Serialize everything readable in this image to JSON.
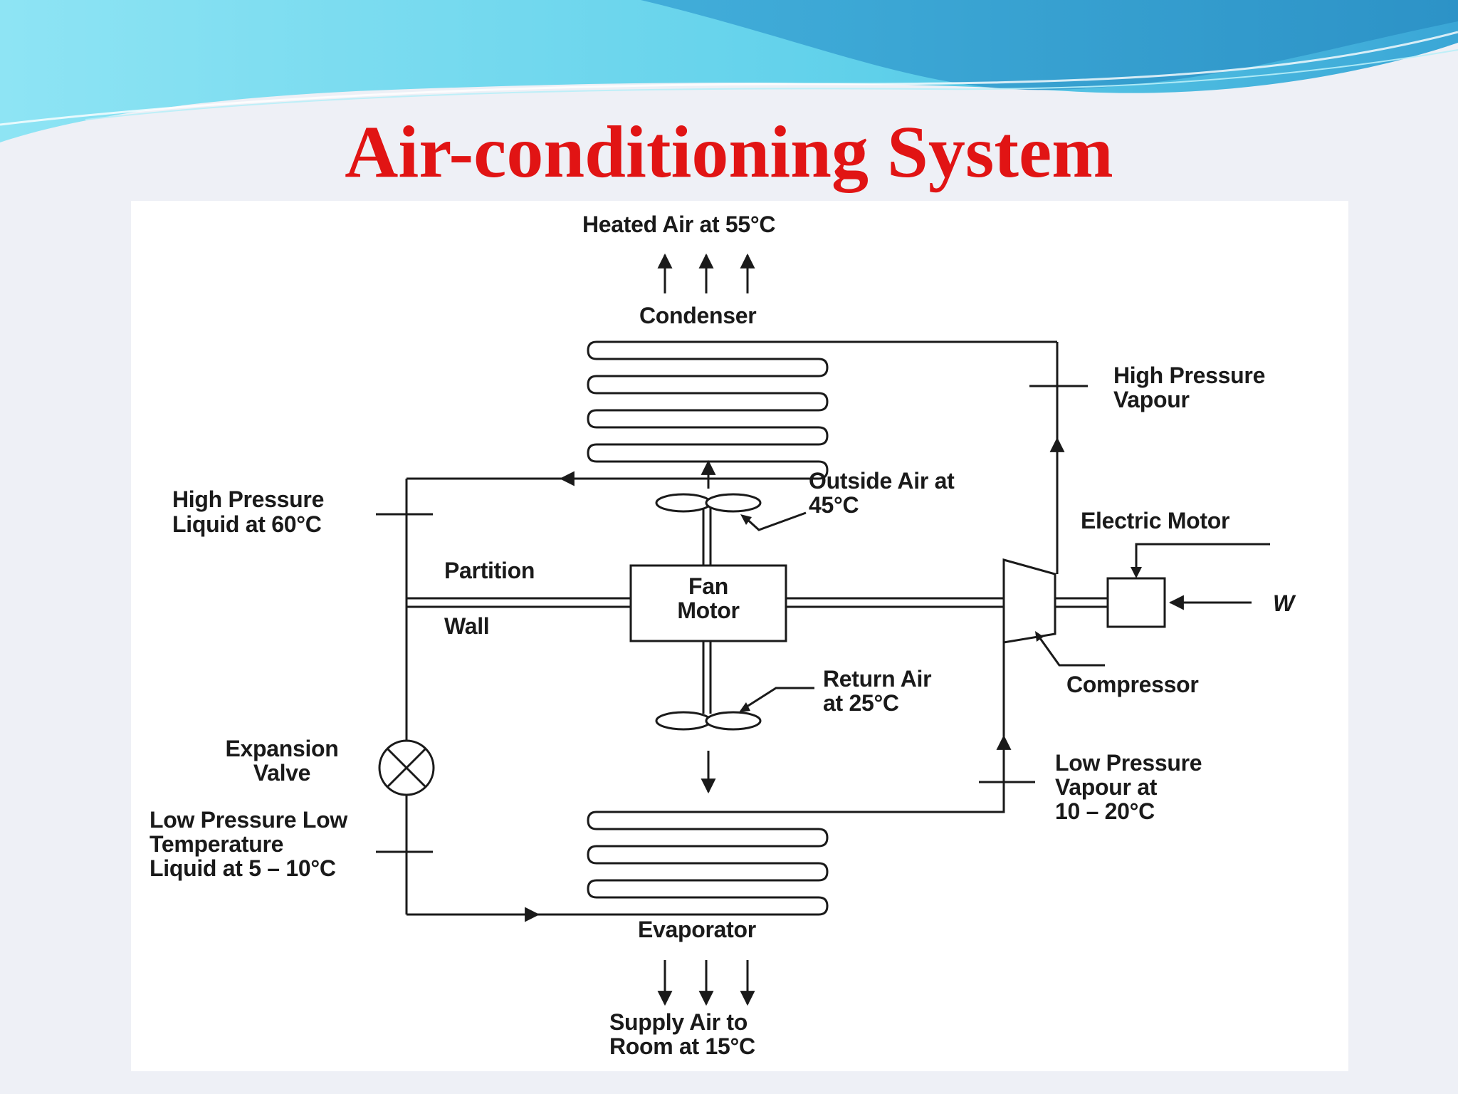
{
  "slide": {
    "title": "Air-conditioning System",
    "title_color": "#e11414",
    "background_color": "#eef0f6",
    "wave_colors": [
      "#5fd0ea",
      "#3aa6d6",
      "#9fe3f3"
    ]
  },
  "diagram": {
    "components": {
      "condenser": "Condenser",
      "evaporator": "Evaporator",
      "fan_motor_line1": "Fan",
      "fan_motor_line2": "Motor",
      "compressor": "Compressor",
      "electric_motor": "Electric Motor",
      "expansion_valve_line1": "Expansion",
      "expansion_valve_line2": "Valve",
      "partition": "Partition",
      "wall": "Wall",
      "work_input": "W"
    },
    "air_streams": {
      "heated_air": "Heated Air at 55°C",
      "outside_air_line1": "Outside Air at",
      "outside_air_line2": "45°C",
      "return_air_line1": "Return Air",
      "return_air_line2": "at 25°C",
      "supply_air_line1": "Supply Air to",
      "supply_air_line2": "Room at  15°C"
    },
    "refrigerant_states": {
      "hp_vapour_line1": "High Pressure",
      "hp_vapour_line2": "Vapour",
      "hp_liquid_line1": "High Pressure",
      "hp_liquid_line2": "Liquid at 60°C",
      "lp_vapour_line1": "Low Pressure",
      "lp_vapour_line2": "Vapour at",
      "lp_vapour_line3": "10 – 20°C",
      "lplt_liquid_line1": "Low Pressure Low",
      "lplt_liquid_line2": "Temperature",
      "lplt_liquid_line3": "Liquid at 5 – 10°C"
    }
  }
}
